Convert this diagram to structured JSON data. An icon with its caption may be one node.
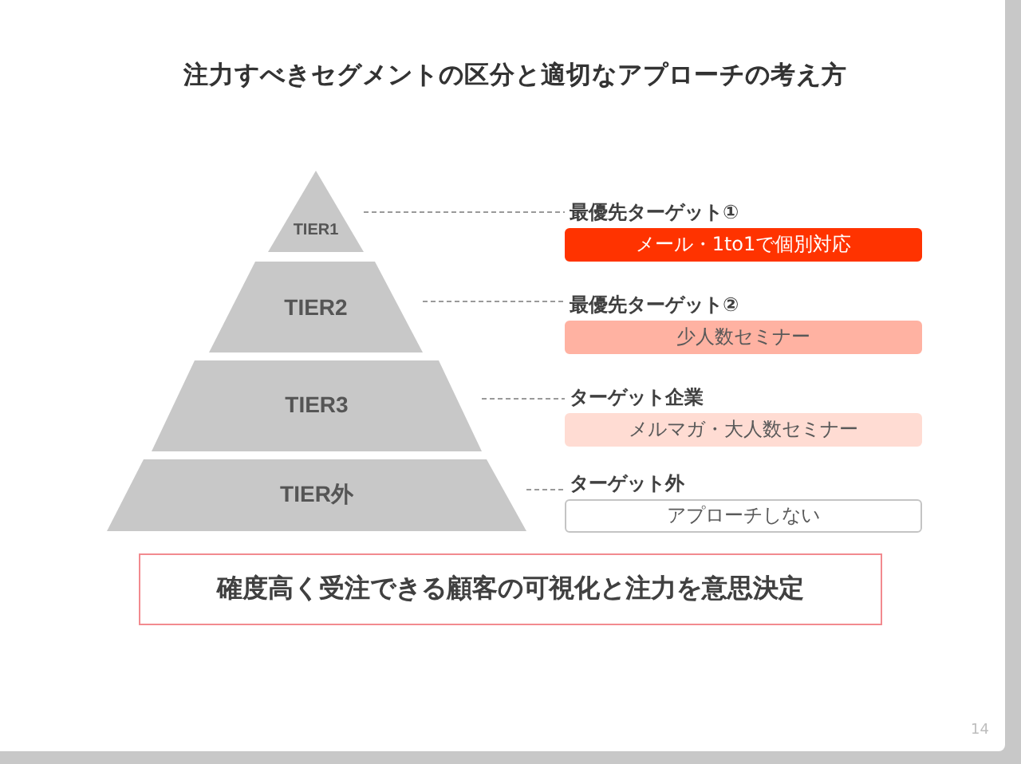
{
  "diagram": {
    "title": "注力すべきセグメントの区分と適切なアプローチの考え方",
    "nodes": [
      {
        "text": [
          "TIER1"
        ]
      },
      {
        "text": [
          "TIER2"
        ]
      },
      {
        "text": [
          "TIER3"
        ]
      },
      {
        "text": [
          "TIER外"
        ]
      },
      {
        "text": [
          "最優先ターゲット①",
          "メール・1to1で個別対応"
        ]
      },
      {
        "text": [
          "最優先ターゲット②",
          "少人数セミナー"
        ]
      },
      {
        "text": [
          "ターゲット企業",
          "メルマガ・大人数セミナー"
        ]
      },
      {
        "text": [
          "ターゲット外",
          "アプローチしない"
        ]
      },
      {
        "text": [
          "確度高く受注できる顧客の可視化と注力を意思決定"
        ]
      }
    ],
    "edges": [
      {
        "from": 0,
        "to": 4,
        "arrow": "none",
        "style": "dashed"
      },
      {
        "from": 1,
        "to": 5,
        "arrow": "none",
        "style": "dashed"
      },
      {
        "from": 2,
        "to": 6,
        "arrow": "none",
        "style": "dashed"
      },
      {
        "from": 3,
        "to": 7,
        "arrow": "none",
        "style": "dashed"
      }
    ],
    "labels": [
      "14"
    ]
  }
}
